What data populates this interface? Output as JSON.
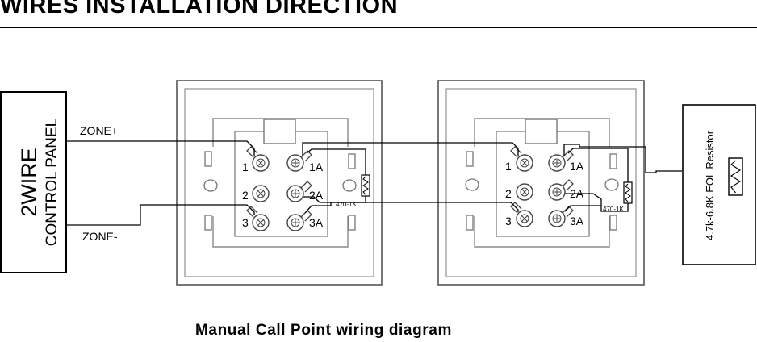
{
  "header": {
    "title": "WIRES INSTALLATION DIRECTION"
  },
  "control_panel": {
    "line1": "2WIRE",
    "line2": "CONTROL PANEL"
  },
  "wires": {
    "zone_plus": "ZONE+",
    "zone_minus": "ZONE-"
  },
  "call_points": [
    {
      "terminals_left": [
        "1",
        "2",
        "3"
      ],
      "terminals_right": [
        "1A",
        "2A",
        "3A"
      ],
      "resistor_label": "470-1K"
    },
    {
      "terminals_left": [
        "1",
        "2",
        "3"
      ],
      "terminals_right": [
        "1A",
        "2A",
        "3A"
      ],
      "resistor_label": "470-1K"
    }
  ],
  "eol": {
    "label": "4.7k-6.8K EOL Resistor"
  },
  "caption": "Manual Call Point wiring diagram"
}
